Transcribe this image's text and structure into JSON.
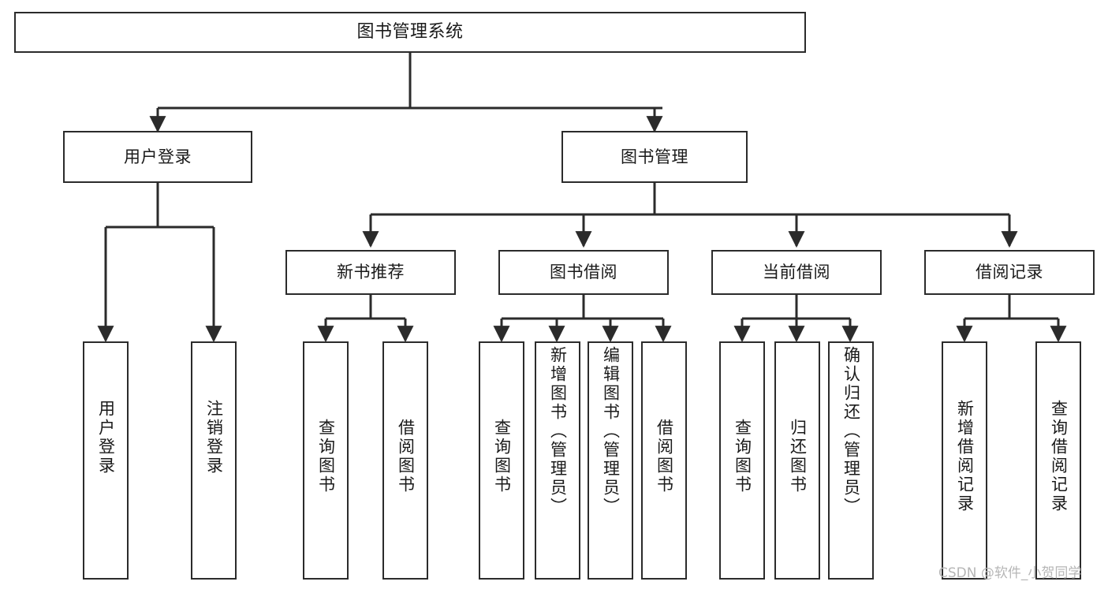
{
  "diagram": {
    "title": "图书管理系统",
    "type": "tree",
    "root": {
      "label": "图书管理系统"
    },
    "level1": [
      {
        "label": "用户登录"
      },
      {
        "label": "图书管理"
      }
    ],
    "level2": [
      {
        "label": "新书推荐"
      },
      {
        "label": "图书借阅"
      },
      {
        "label": "当前借阅"
      },
      {
        "label": "借阅记录"
      }
    ],
    "leaves": {
      "user_login": [
        {
          "label": "用户登录"
        },
        {
          "label": "注销登录"
        }
      ],
      "new_book_recommend": [
        {
          "label": "查询图书"
        },
        {
          "label": "借阅图书"
        }
      ],
      "book_borrow": [
        {
          "label": "查询图书"
        },
        {
          "label": "新增图书（管理员）"
        },
        {
          "label": "编辑图书（管理员）"
        },
        {
          "label": "借阅图书"
        }
      ],
      "current_borrow": [
        {
          "label": "查询图书"
        },
        {
          "label": "归还图书"
        },
        {
          "label": "确认归还（管理员）"
        }
      ],
      "borrow_record": [
        {
          "label": "新增借阅记录"
        },
        {
          "label": "查询借阅记录"
        }
      ]
    }
  },
  "watermark": {
    "text": "CSDN @软件_小贺同学"
  },
  "colors": {
    "stroke": "#2b2b2b",
    "background": "#ffffff",
    "text": "#1a1a1a",
    "watermark": "#b6b6b6"
  }
}
